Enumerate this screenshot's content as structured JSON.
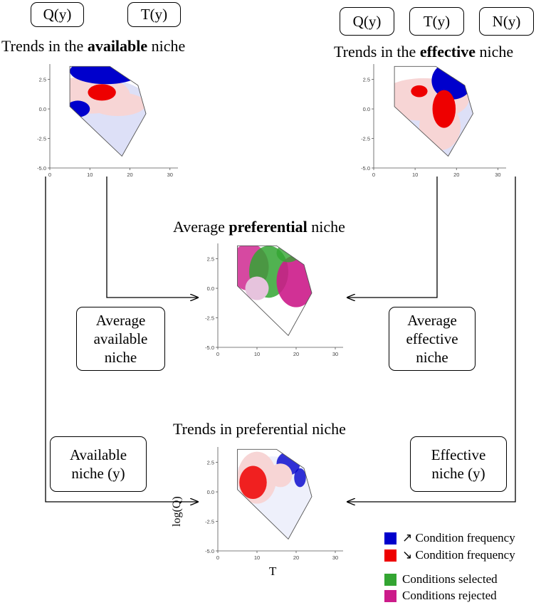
{
  "variables_left": [
    "Q(y)",
    "T(y)"
  ],
  "variables_right": [
    "Q(y)",
    "T(y)",
    "N(y)"
  ],
  "titles": {
    "available": {
      "pre": "Trends in the ",
      "bold": "available",
      "post": " niche"
    },
    "effective": {
      "pre": "Trends in the ",
      "bold": "effective",
      "post": " niche"
    },
    "preferential": {
      "pre": "Average ",
      "bold": "preferential",
      "post": " niche"
    },
    "trends_pref": {
      "text": "Trends in preferential niche"
    }
  },
  "boxes": {
    "avg_available": [
      "Average",
      "available",
      "niche"
    ],
    "avg_effective": [
      "Average",
      "effective",
      "niche"
    ],
    "available_y": [
      "Available",
      "niche (y)"
    ],
    "effective_y": [
      "Effective",
      "niche (y)"
    ]
  },
  "axis": {
    "y_ticks": [
      "2.5",
      "0.0",
      "-2.5",
      "-5.0"
    ],
    "x_ticks": [
      "0",
      "10",
      "20",
      "30"
    ],
    "xlabel": "T",
    "ylabel": "log(Q)"
  },
  "colors": {
    "increase": "#0000cc",
    "decrease": "#ee0000",
    "selected": "#33a532",
    "rejected": "#cc1b8a",
    "pale_red": "#f7d5d5",
    "pale_blue": "#dde0f7"
  },
  "legend": [
    {
      "symbol": "↗",
      "label": "Condition frequency",
      "color": "#0000cc"
    },
    {
      "symbol": "↘",
      "label": "Condition frequency",
      "color": "#ee0000"
    },
    {
      "symbol": "",
      "label": "Conditions selected",
      "color": "#33a532"
    },
    {
      "symbol": "",
      "label": "Conditions rejected",
      "color": "#cc1b8a"
    }
  ]
}
